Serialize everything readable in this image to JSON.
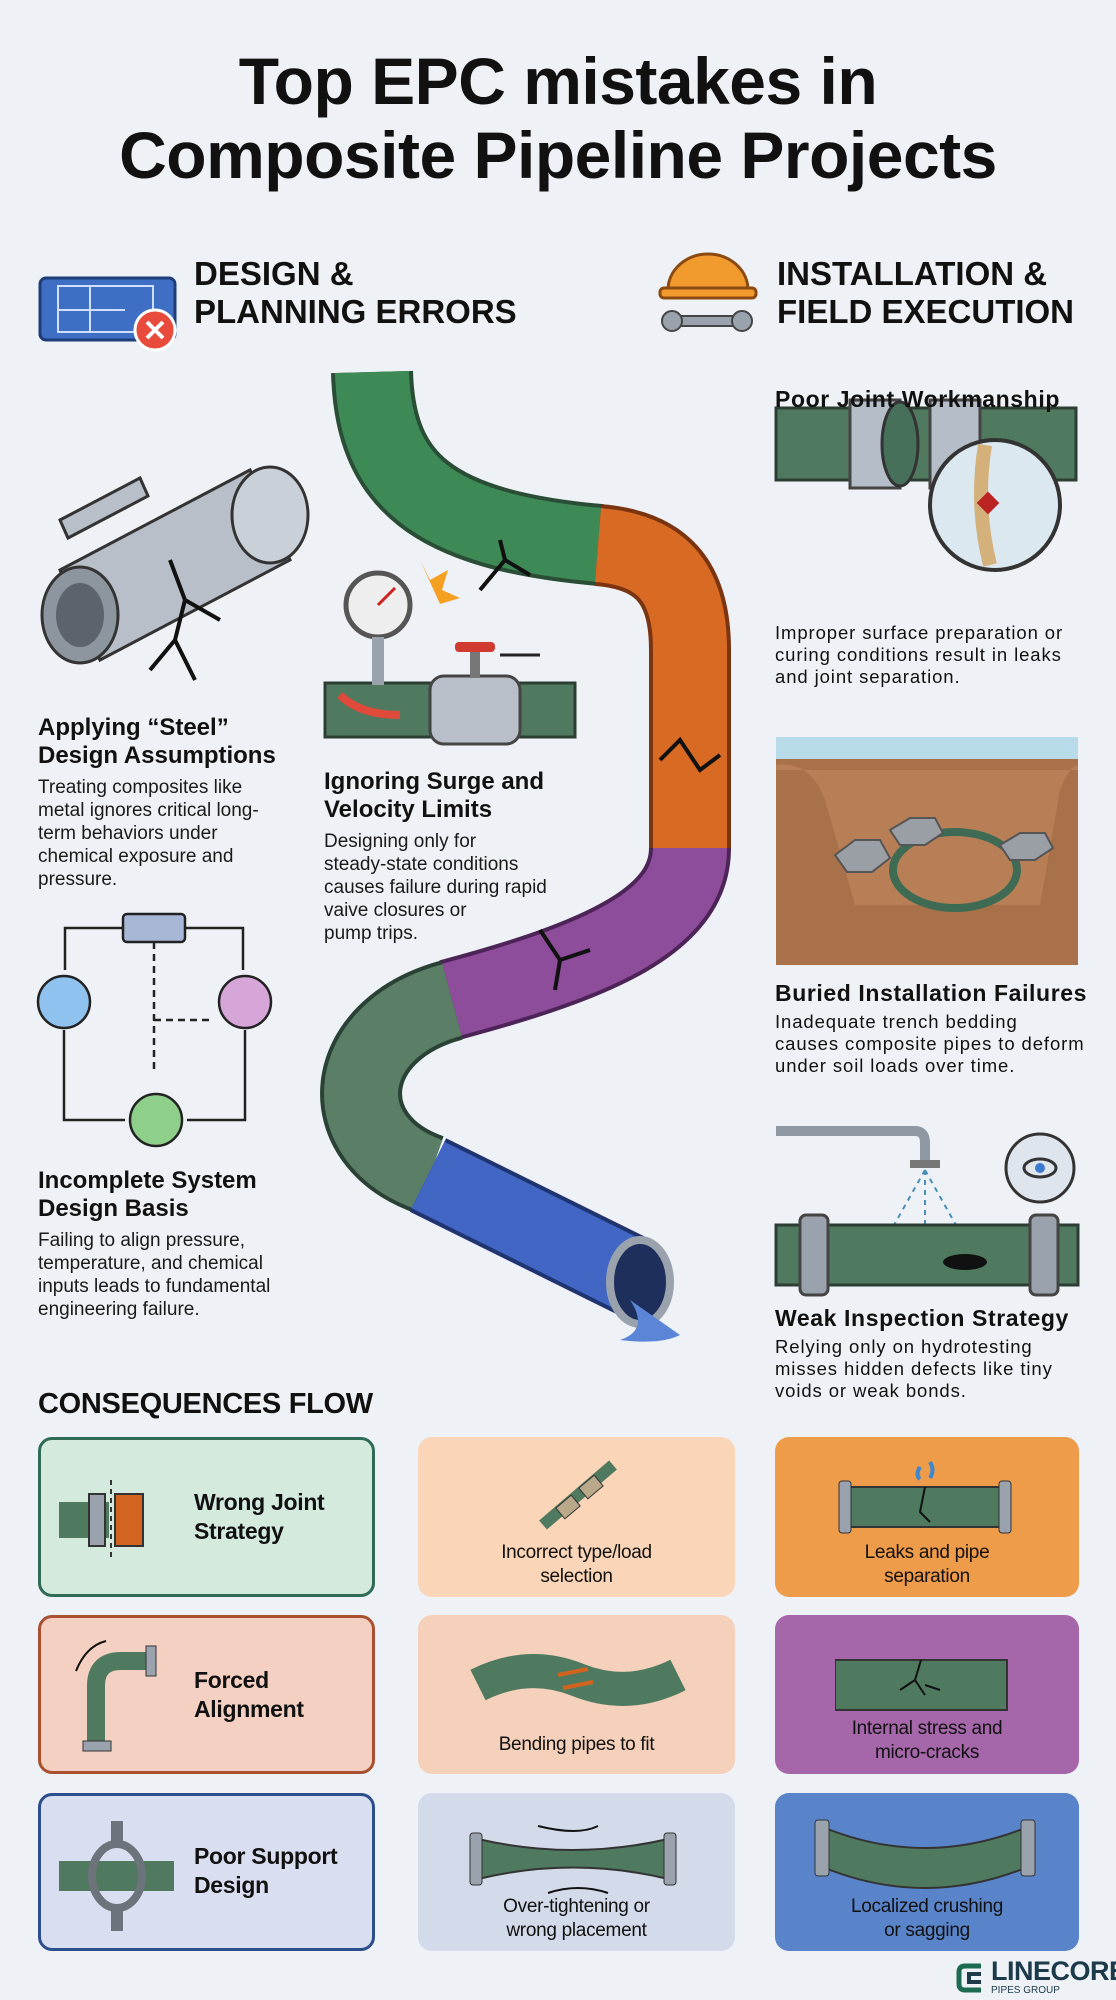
{
  "title": {
    "line1": "Top EPC mistakes in",
    "line2": "Composite Pipeline Projects"
  },
  "sections": {
    "design": {
      "line1": "DESIGN &",
      "line2": "PLANNING ERRORS",
      "icon": "blueprint-error-icon"
    },
    "installation": {
      "line1": "INSTALLATION &",
      "line2": "FIELD EXECUTION",
      "icon": "hardhat-wrench-icon"
    }
  },
  "design_items": [
    {
      "heading1": "Applying “Steel”",
      "heading2": "Design Assumptions",
      "body": [
        "Treating composites like",
        "metal ignores critical long-",
        "term behaviors under",
        "chemical exposure and",
        "pressure."
      ]
    },
    {
      "heading1": "Ignoring Surge and",
      "heading2": "Velocity Limits",
      "body": [
        "Designing only for",
        "steady-state conditions",
        "causes failure during rapid",
        "vaive closures or",
        "pump trips."
      ]
    },
    {
      "heading1": "Incomplete System",
      "heading2": "Design Basis",
      "body": [
        "Failing to align pressure,",
        "temperature, and chemical",
        "inputs leads to fundamental",
        "engineering failure."
      ]
    }
  ],
  "installation_items": [
    {
      "heading": "Poor Joint Workmanship",
      "body": [
        "Improper surface preparation or",
        "curing conditions result in leaks",
        "and joint separation."
      ]
    },
    {
      "heading": "Buried Installation Failures",
      "body": [
        "Inadequate trench bedding",
        "causes composite pipes to deform",
        "under soil loads over time."
      ]
    },
    {
      "heading": "Weak Inspection Strategy",
      "body": [
        "Relying only on hydrotesting",
        "misses hidden defects like tiny",
        "voids or weak bonds."
      ]
    }
  ],
  "consequences": {
    "title": "CONSEQUENCES FLOW",
    "rows": [
      {
        "cause": [
          "Wrong Joint",
          "Strategy"
        ],
        "effect": [
          "Incorrect type/load",
          "selection"
        ],
        "result": [
          "Leaks and pipe",
          "separation"
        ]
      },
      {
        "cause": [
          "Forced",
          "Alignment"
        ],
        "effect": [
          "Bending pipes to fit"
        ],
        "result": [
          "Internal stress and",
          "micro-cracks"
        ]
      },
      {
        "cause": [
          "Poor Support",
          "Design"
        ],
        "effect": [
          "Over-tightening or",
          "wrong placement"
        ],
        "result": [
          "Localized crushing",
          "or sagging"
        ]
      }
    ]
  },
  "logo": {
    "name": "LINECORE",
    "sub": "PIPES GROUP"
  },
  "colors": {
    "pipe_green": "#4f7a5f",
    "pipe_orange": "#d3641f",
    "pipe_purple": "#8a4a95",
    "pipe_blue": "#3d5fb8",
    "steel": "#9aa3ad"
  }
}
